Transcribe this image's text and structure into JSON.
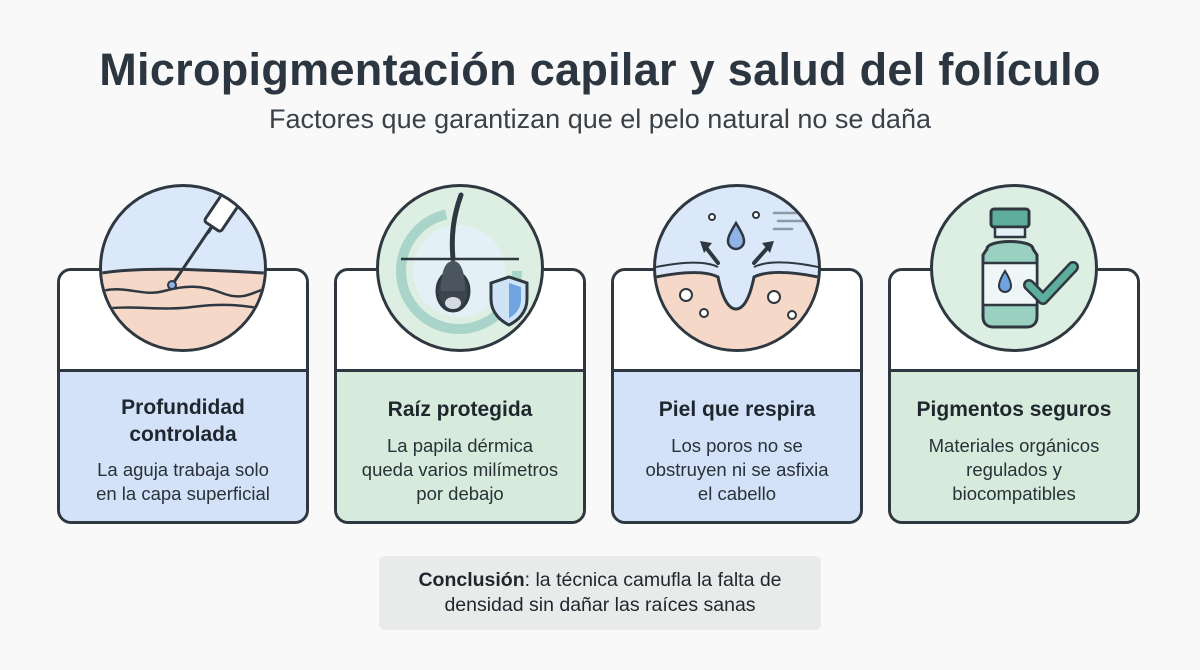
{
  "header": {
    "title": "Micropigmentación capilar y salud del folículo",
    "subtitle": "Factores que garantizan que el pelo natural no se daña"
  },
  "cards": [
    {
      "title_line1": "Profundidad",
      "title_line2": "controlada",
      "desc_lines": [
        "La aguja trabaja solo",
        "en la capa superficial"
      ],
      "icon": "needle-skin-icon",
      "color": "#d3e2f8"
    },
    {
      "title_line1": "Raíz protegida",
      "desc_lines": [
        "La papila dérmica",
        "queda varios milímetros",
        "por debajo"
      ],
      "icon": "hair-root-shield-icon",
      "color": "#d6ebdc"
    },
    {
      "title_line1": "Piel que respira",
      "desc_lines": [
        "Los poros no se",
        "obstruyen ni se asfixia",
        "el cabello"
      ],
      "icon": "breathing-skin-icon",
      "color": "#d3e2f8"
    },
    {
      "title_line1": "Pigmentos seguros",
      "desc_lines": [
        "Materiales orgánicos",
        "regulados y",
        "biocompatibles"
      ],
      "icon": "pigment-bottle-check-icon",
      "color": "#d6ebdc"
    }
  ],
  "conclusion": {
    "label": "Conclusión",
    "text_part1": ": la técnica camufla la falta de",
    "text_part2": "densidad sin dañar las raíces sanas"
  }
}
